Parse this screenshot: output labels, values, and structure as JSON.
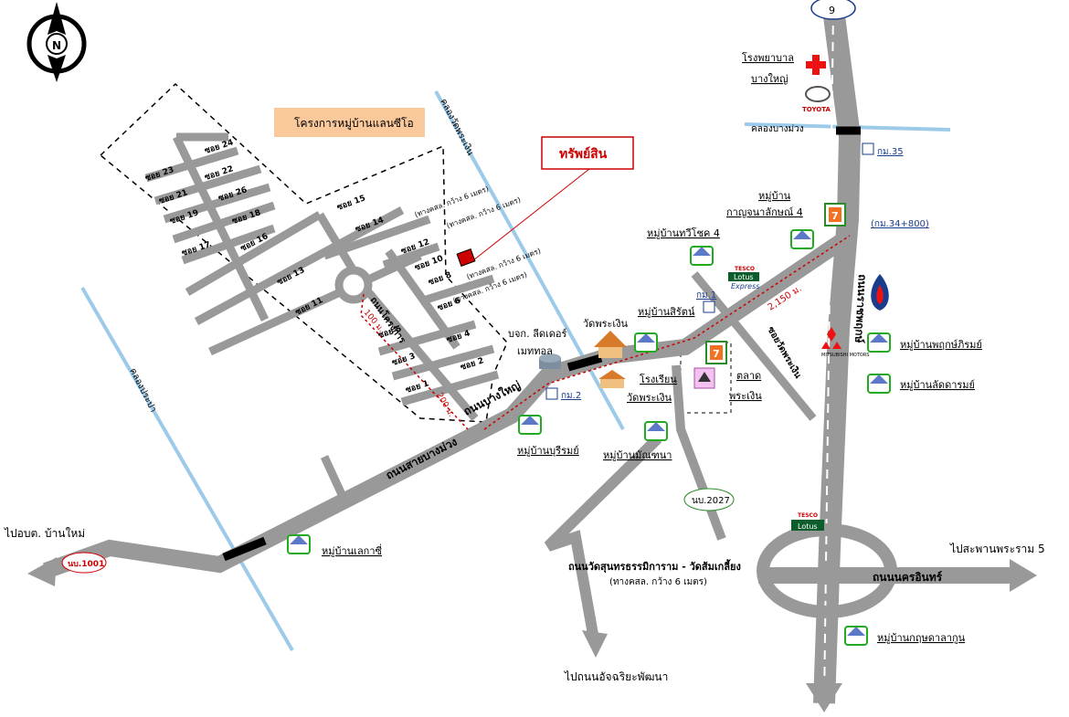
{
  "compass": {
    "letter": "N"
  },
  "title_box": {
    "label": "โครงการหมู่บ้านแลนซีโอ"
  },
  "property_label": "ทรัพย์สิน",
  "highway_badge": "9",
  "route_badges": {
    "r1001": "นบ.1001",
    "r2027": "นบ.2027"
  },
  "km_markers": {
    "km35": "กม.35",
    "km34": "(กม.34+800)",
    "km1": "กม.1",
    "km2": "กม.2"
  },
  "canals": {
    "bang_muang": "คลองบางม่วง",
    "wat_phra_ngoen": "คลองวัดพระเงิน",
    "prapa": "คลองประปา"
  },
  "roads": {
    "sai_bang_muang": "ถนนสายบางม่วง",
    "ratchaphruek": "ถนนราชพฤกษ์",
    "nakhon_in": "ถนนนครอินทร์",
    "bang_yai_side": "ถนนบางใหญ่",
    "khong": "ถนนโครงการ",
    "wat_sun": "ถนนวัดสุนทรธรรมิการาม - วัดส้มเกลี้ยง",
    "wat_sun_width": "(ทางคสล. กว้าง 6 เมตร)",
    "phra_ngoen_side": "ซอยวัดพระเงิน"
  },
  "sois": {
    "s24": "ซอย 24",
    "s23": "ซอย 23",
    "s22": "ซอย 22",
    "s21": "ซอย 21",
    "s26": "ซอย 26",
    "s19": "ซอย 19",
    "s18": "ซอย 18",
    "s17": "ซอย 17",
    "s16": "ซอย 16",
    "s15": "ซอย 15",
    "s14": "ซอย 14",
    "s13": "ซอย 13",
    "s12": "ซอย 12",
    "s11": "ซอย 11",
    "s10": "ซอย 10",
    "s8": "ซอย 8",
    "s6": "ซอย 6",
    "s5": "ซอย 5",
    "s4": "ซอย 4",
    "s3": "ซอย 3",
    "s2": "ซอย 2",
    "s1": "ซอย 1"
  },
  "soi_notes": {
    "n15": "(ทางคสล. กว้าง 6 เมตร)",
    "n12": "(ทางคสล. กว้าง 6 เมตร)",
    "n8": "(ทางคสล. กว้าง 6 เมตร)",
    "n6": "(ทางคสล. กว้าง 6 เมตร)"
  },
  "distances": {
    "d100": "100 ม.",
    "d200": "200 ม.",
    "d2150": "2,150 ม."
  },
  "places": {
    "hospital_1": "โรงพยาบาล",
    "hospital_2": "บางใหญ่",
    "toyota": "TOYOTA",
    "village_kanchana_1": "หมู่บ้าน",
    "village_kanchana_2": "กาญจนาลักษณ์ 4",
    "village_thawichot": "หมู่บ้านทวีโชค 4",
    "village_siriton": "หมู่บ้านสิรัตน์",
    "wat_phra_ngoen": "วัดพระเงิน",
    "company_1": "บจก. ลีดเดอร์",
    "company_2": "เมททอล",
    "school_1": "โรงเรียน",
    "school_2": "วัดพระเงิน",
    "market_1": "ตลาด",
    "market_2": "พระเงิน",
    "village_burirom": "หมู่บ้านบุรีรมย์",
    "village_manthana": "หมู่บ้านมัณฑนา",
    "village_lekasi": "หมู่บ้านเลกาซี่",
    "village_phruksa": "หมู่บ้านพฤกษ์ภิรมย์",
    "village_ladarom": "หมู่บ้านลัดดารมย์",
    "village_kritsada": "หมู่บ้านกฤษดาลากูน",
    "mitsubishi": "MITSUBISHI MOTORS",
    "tesco_1": "TESCO",
    "lotus_1": "Lotus",
    "express": "Express",
    "tesco_2": "TESCO",
    "lotus_2": "Lotus"
  },
  "destinations": {
    "bang_yai": "ไปอบต. บ้านใหม่",
    "rama5": "ไปสะพานพระราม 5",
    "achariya": "ไปถนนอัจฉริยะพัฒนา"
  },
  "colors": {
    "road": "#999999",
    "canal": "#9ccbea",
    "route_red": "#cc0000",
    "title_box_fill": "#f9c89b",
    "property_marker": "#cc0000",
    "village_icon": "#22aa22"
  }
}
